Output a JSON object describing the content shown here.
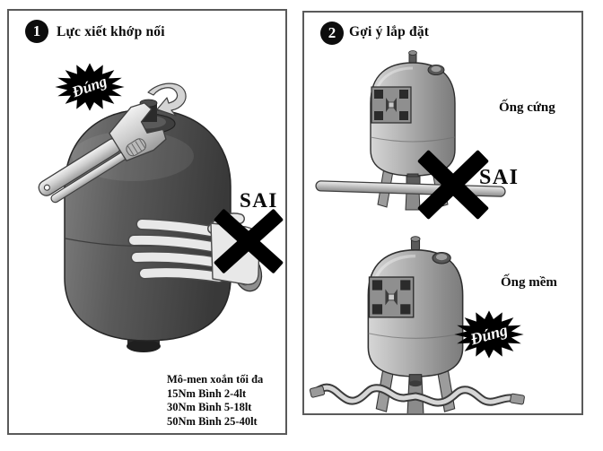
{
  "colors": {
    "page_bg": "#ffffff",
    "panel_border": "#5a5a5a",
    "step_badge_bg": "#0d0d0d",
    "step_badge_text": "#ffffff",
    "burst_bg": "#000000",
    "burst_text": "#ffffff",
    "mark": "#000000",
    "tank_dark": "#555555",
    "tank_light": "#a6a6a6"
  },
  "panel_torque": {
    "step_number": "1",
    "title": "Lực xiết khớp nối",
    "correct_badge_label": "Đúng",
    "wrong_label": "SAI",
    "torque_note": {
      "heading": "Mô-men xoắn tối đa",
      "lines": [
        "15Nm Bình 2-4lt",
        "30Nm Bình 5-18lt",
        "50Nm Bình 25-40lt"
      ]
    }
  },
  "panel_install": {
    "step_number": "2",
    "title": "Gợi ý lắp đặt",
    "rigid_pipe_label": "Ống cứng",
    "wrong_label": "SAI",
    "flexible_pipe_label": "Ống mềm",
    "correct_badge_label": "Đúng"
  }
}
